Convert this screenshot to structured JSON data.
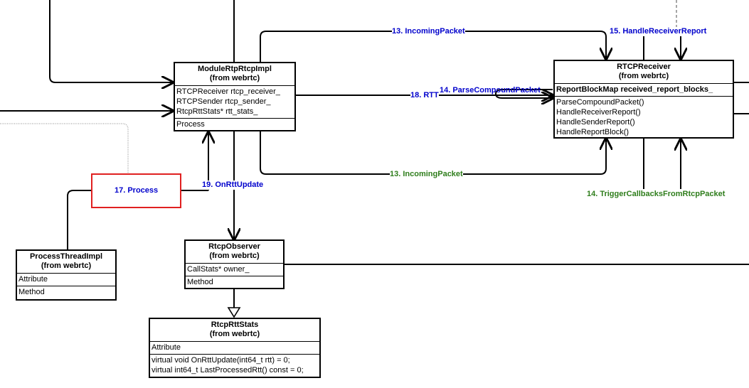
{
  "colors": {
    "blue_label": "#0000cc",
    "green_label": "#2e7d1b",
    "highlight_box": "#e02020",
    "line": "#000000"
  },
  "classes": {
    "module_rtp_rtcp_impl": {
      "name": "ModuleRtpRtcpImpl",
      "stereotype": "(from webrtc)",
      "attributes": [
        "RTCPReceiver rtcp_receiver_",
        "RTCPSender rtcp_sender_",
        "RtcpRttStats* rtt_stats_"
      ],
      "methods": [
        "Process"
      ]
    },
    "rtcp_receiver": {
      "name": "RTCPReceiver",
      "stereotype": "(from webrtc)",
      "attributes": [
        "ReportBlockMap received_report_blocks_"
      ],
      "methods": [
        "ParseCompoundPacket()",
        "HandleReceiverReport()",
        "HandleSenderReport()",
        "HandleReportBlock()"
      ]
    },
    "process_thread_impl": {
      "name": "ProcessThreadImpl",
      "stereotype": "(from webrtc)",
      "attributes": [
        "Attribute"
      ],
      "methods": [
        "Method"
      ]
    },
    "rtcp_observer": {
      "name": "RtcpObserver",
      "stereotype": "(from webrtc)",
      "attributes": [
        "CallStats* owner_"
      ],
      "methods": [
        "Method"
      ]
    },
    "rtcp_rtt_stats": {
      "name": "RtcpRttStats",
      "stereotype": "(from webrtc)",
      "attributes": [
        "Attribute"
      ],
      "methods": [
        "virtual void OnRttUpdate(int64_t rtt) = 0;",
        "virtual int64_t LastProcessedRtt() const = 0;"
      ]
    }
  },
  "edge_labels": {
    "incoming_packet_top": "13. IncomingPacket",
    "handle_receiver_report": "15. HandleReceiverReport",
    "parse_compound_packet": "14. ParseCompoundPacket",
    "rtt": "18. RTT",
    "incoming_packet_bottom": "13. IncomingPacket",
    "trigger_callbacks": "14. TriggerCallbacksFromRtcpPacket",
    "process": "17. Process",
    "on_rtt_update": "19. OnRttUpdate"
  }
}
